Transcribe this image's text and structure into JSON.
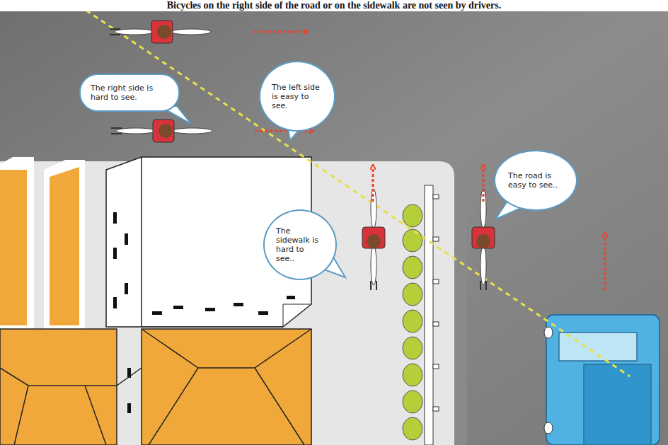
{
  "diagram": {
    "title": "Bicycles on the right side of the road or on the sidewalk are not seen by drivers.",
    "nodes": [
      {
        "text": [
          "The right side is hard to see."
        ]
      },
      {
        "text": [
          "The left side is easy to see."
        ]
      },
      {
        "text": [
          "The road is easy to see.."
        ]
      },
      {
        "text": [
          "The sidewalk is hard to see.."
        ]
      }
    ]
  }
}
